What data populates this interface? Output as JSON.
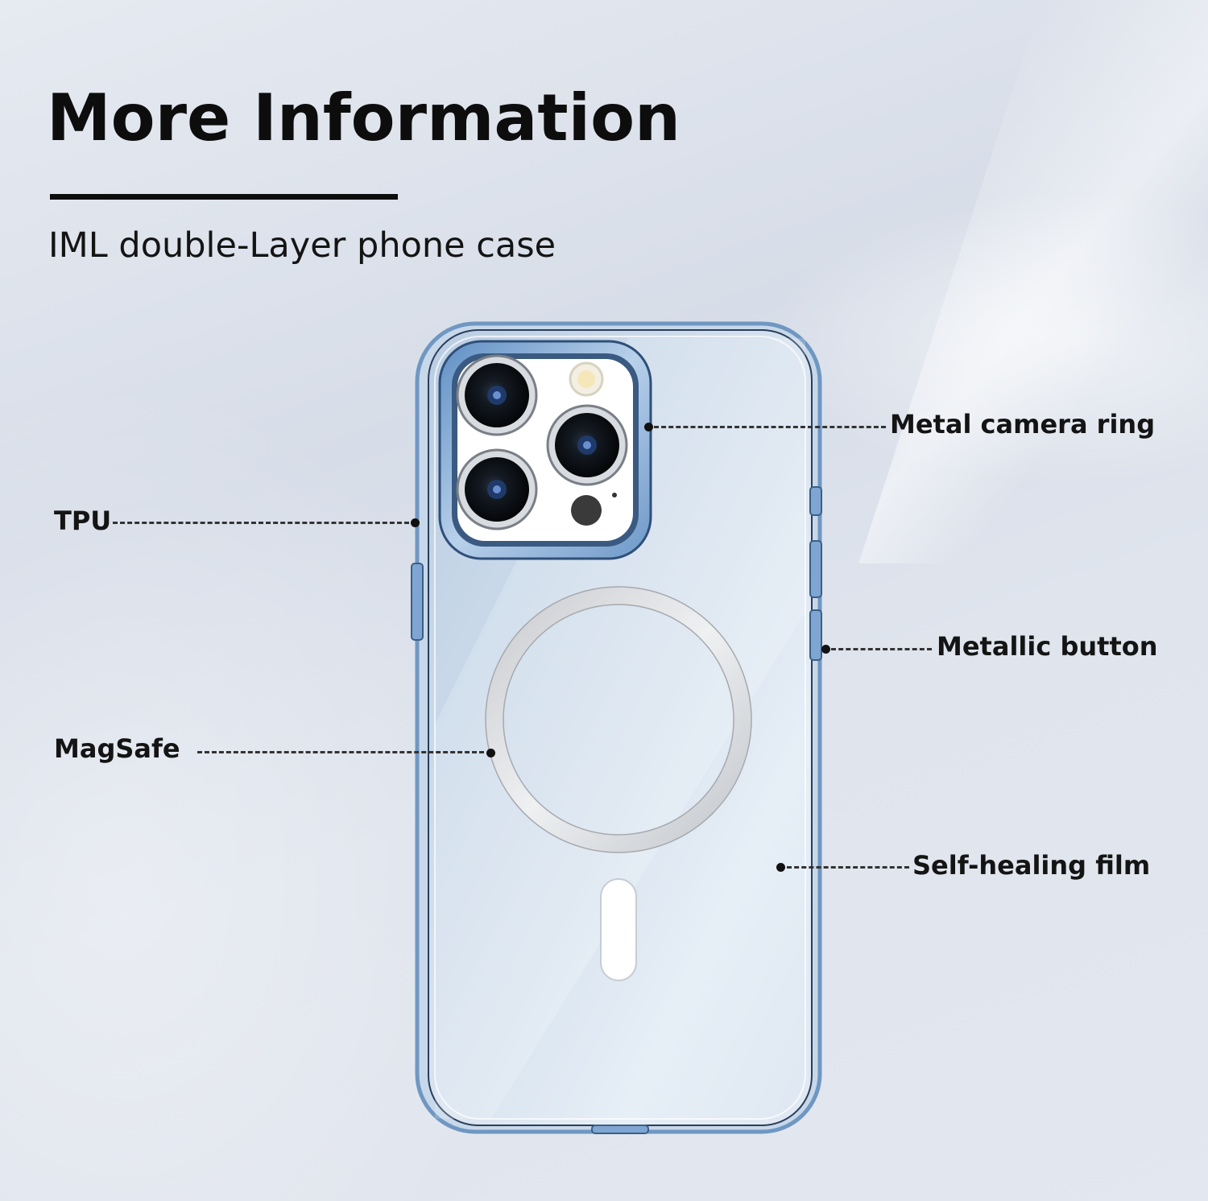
{
  "header": {
    "title": "More Information",
    "subtitle": "IML double-Layer phone case"
  },
  "callouts": {
    "metal_camera_ring": "Metal camera ring",
    "tpu": "TPU",
    "metallic_button": "Metallic button",
    "magsafe": "MagSafe",
    "self_healing_film": "Self-healing film"
  },
  "colors": {
    "case_frame_blue": "#8fb4d8",
    "text": "#141414",
    "background": "#dde3ec"
  }
}
